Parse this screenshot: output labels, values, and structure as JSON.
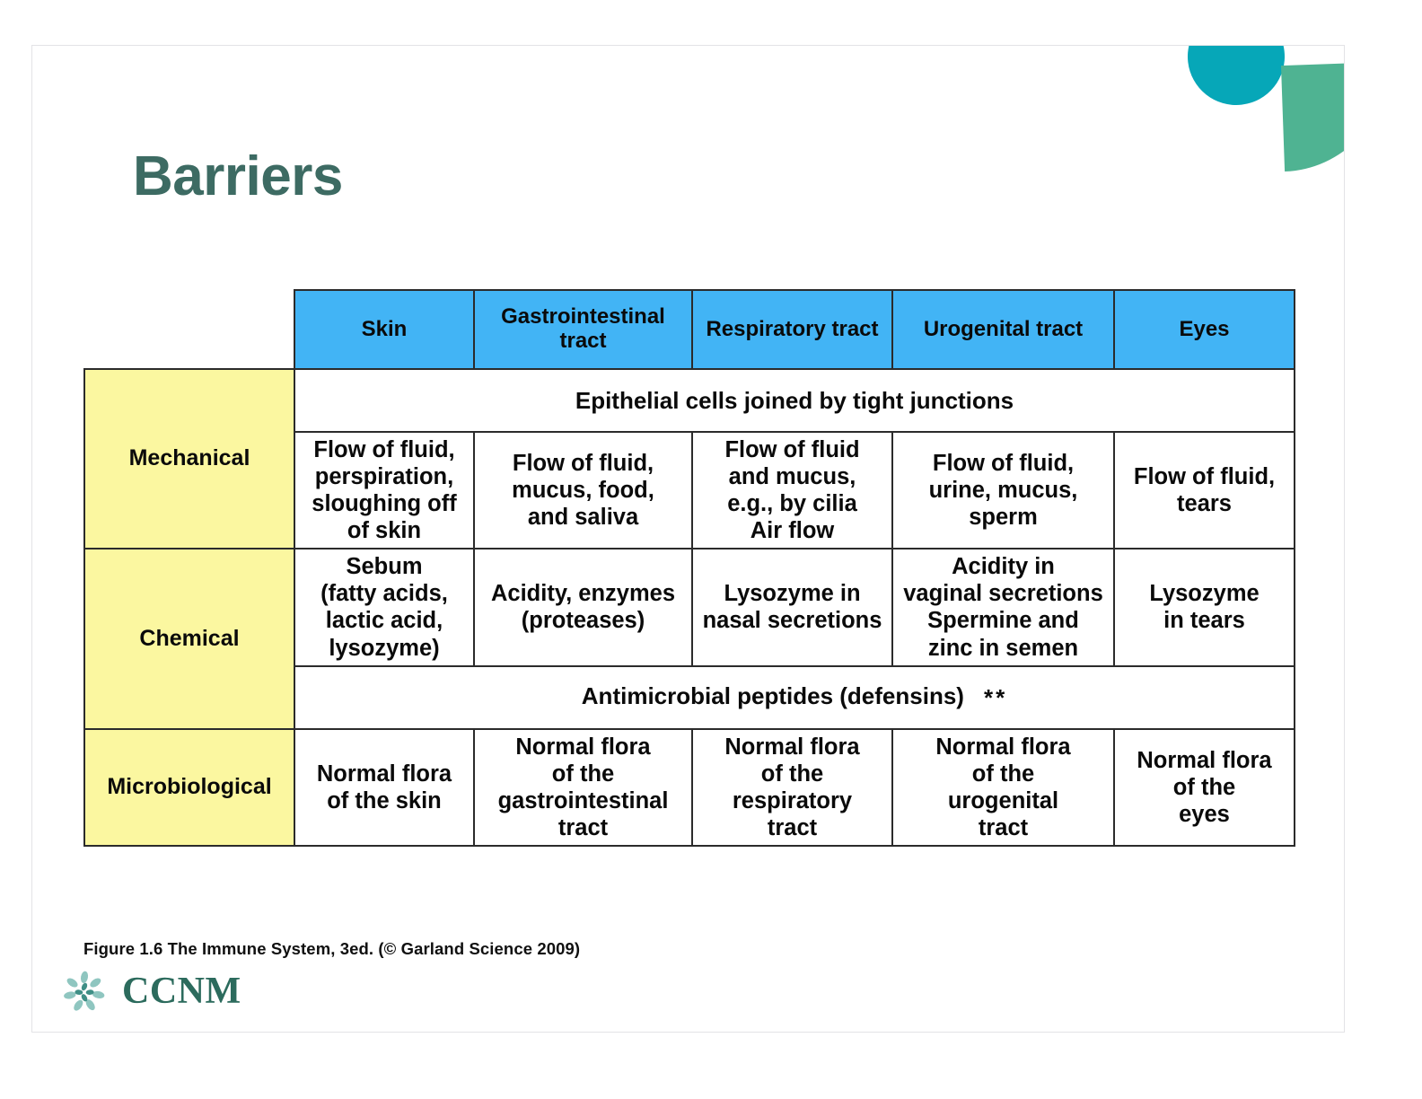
{
  "slide": {
    "title": "Barriers",
    "title_color": "#3d6b63",
    "caption": "Figure 1.6  The Immune System, 3ed. (© Garland Science 2009)",
    "logo_text": "CCNM",
    "decoration": {
      "petal_teal_color": "#06a7b8",
      "petal_green_color": "#4fb392"
    }
  },
  "table": {
    "header_bg": "#42b4f5",
    "row_label_bg": "#fbf7a0",
    "corner_label": "",
    "columns": [
      "Skin",
      "Gastrointestinal tract",
      "Respiratory tract",
      "Urogenital tract",
      "Eyes"
    ],
    "rows": [
      {
        "label": "Mechanical",
        "span_row": "Epithelial cells joined by tight junctions",
        "cells": [
          "Flow of fluid, perspiration, sloughing off of skin",
          "Flow of fluid, mucus, food, and saliva",
          "Flow of fluid and mucus, e.g., by cilia Air flow",
          "Flow of fluid, urine, mucus, sperm",
          "Flow of fluid, tears"
        ],
        "cell_lines": [
          [
            "Flow of fluid,",
            "perspiration,",
            "sloughing off",
            "of skin"
          ],
          [
            "Flow of fluid,",
            "mucus, food,",
            "and saliva"
          ],
          [
            "Flow of fluid",
            "and mucus,",
            "e.g., by cilia",
            "Air flow"
          ],
          [
            "Flow of fluid,",
            "urine, mucus,",
            "sperm"
          ],
          [
            "Flow of fluid,",
            "tears"
          ]
        ]
      },
      {
        "label": "Chemical",
        "span_row": "Antimicrobial peptides (defensins)",
        "span_row_asterisks": "**",
        "cells": [
          "Sebum (fatty acids, lactic acid, lysozyme)",
          "Acidity, enzymes (proteases)",
          "Lysozyme in nasal secretions",
          "Acidity in vaginal secretions Spermine and zinc in semen",
          "Lysozyme in tears"
        ],
        "cell_lines": [
          [
            "Sebum",
            "(fatty acids,",
            "lactic acid,",
            "lysozyme)"
          ],
          [
            "Acidity, enzymes",
            "(proteases)"
          ],
          [
            "Lysozyme in",
            "nasal secretions"
          ],
          [
            "Acidity in",
            "vaginal secretions",
            "Spermine and",
            "zinc in semen"
          ],
          [
            "Lysozyme",
            "in tears"
          ]
        ]
      },
      {
        "label": "Microbiological",
        "cells": [
          "Normal flora of the skin",
          "Normal flora of the gastrointestinal tract",
          "Normal flora of the respiratory tract",
          "Normal flora of the urogenital tract",
          "Normal flora of the eyes"
        ],
        "cell_lines": [
          [
            "Normal flora",
            "of the skin"
          ],
          [
            "Normal flora",
            "of the",
            "gastrointestinal",
            "tract"
          ],
          [
            "Normal flora",
            "of the",
            "respiratory",
            "tract"
          ],
          [
            "Normal flora",
            "of the",
            "urogenital",
            "tract"
          ],
          [
            "Normal flora",
            "of the",
            "eyes"
          ]
        ]
      }
    ]
  }
}
